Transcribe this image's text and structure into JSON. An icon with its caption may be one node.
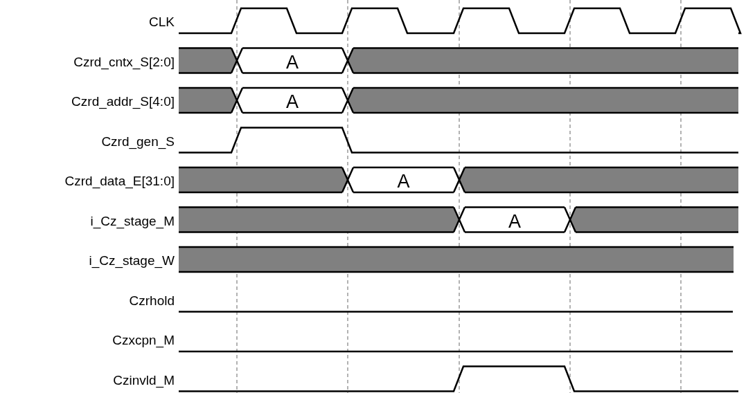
{
  "diagram": {
    "labels": [
      "CLK",
      "Czrd_cntx_S[2:0]",
      "Czrd_addr_S[4:0]",
      "Czrd_gen_S",
      "Czrd_data_E[31:0]",
      "i_Cz_stage_M",
      "i_Cz_stage_W",
      "Czrhold",
      "Czxcpn_M",
      "Czinvld_M",
      "A",
      "A",
      "A",
      "A"
    ]
  }
}
